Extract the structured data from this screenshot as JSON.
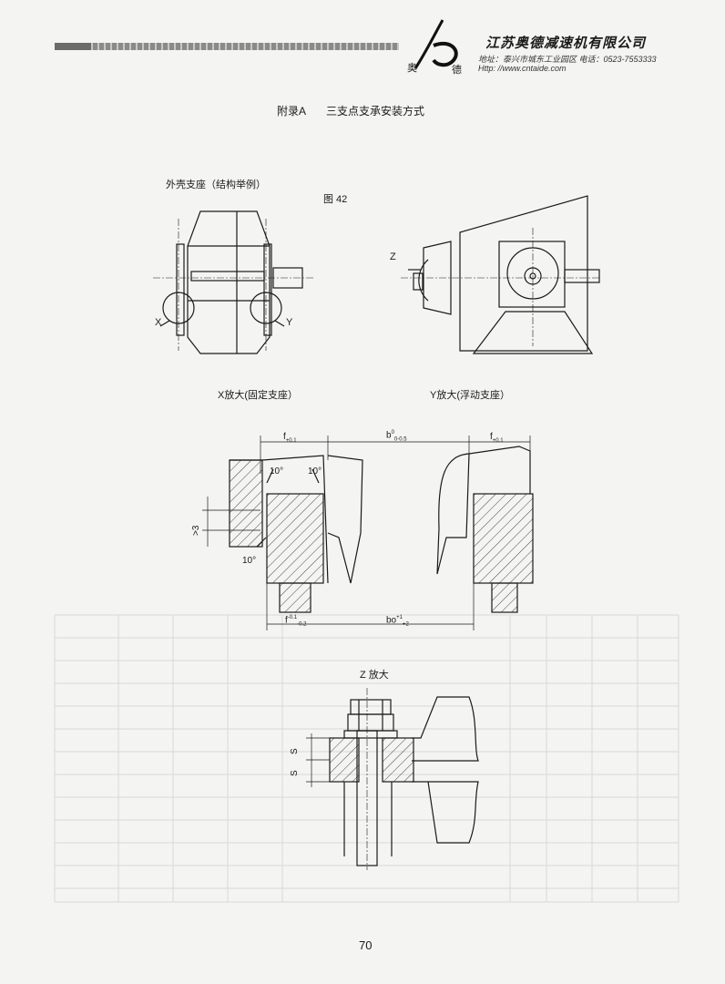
{
  "header": {
    "logo_char1": "奥",
    "logo_char2": "德",
    "company": "江苏奥德减速机有限公司",
    "address": "地址：泰兴市城东工业园区  电话：0523-7553333",
    "website": "Http: //www.cntaide.com"
  },
  "appendix": {
    "label": "附录A",
    "title": "三支点支承安装方式"
  },
  "figure": {
    "caption_shell": "外壳支座（结构举例）",
    "number": "图 42",
    "marker_x": "X",
    "marker_y": "Y",
    "marker_z": "Z",
    "label_x_detail": "X放大(固定支座）",
    "label_y_detail": "Y放大(浮动支座）",
    "label_z_detail": "Z 放大"
  },
  "dimensions": {
    "f_top_left": "f",
    "f_top_left_tol": "+0.1",
    "b_top": "b",
    "b_top_tol_up": "0",
    "b_top_tol_low": "0-0.5",
    "f_top_right": "f",
    "f_top_right_tol": "+0.1",
    "angle_left": "10°",
    "angle_right": "10°",
    "angle_bottom": "10°",
    "gt3": ">3",
    "f_bottom": "f",
    "f_bottom_tol_up": "-0.1",
    "f_bottom_tol_low": "-0.2",
    "b_bottom": "bo",
    "b_bottom_tol_up": "+1",
    "b_bottom_tol_low": "+2",
    "s1": "S",
    "s2": "S"
  },
  "page_number": "70",
  "colors": {
    "ink": "#1a1a1a",
    "paper": "#f4f4f2"
  }
}
